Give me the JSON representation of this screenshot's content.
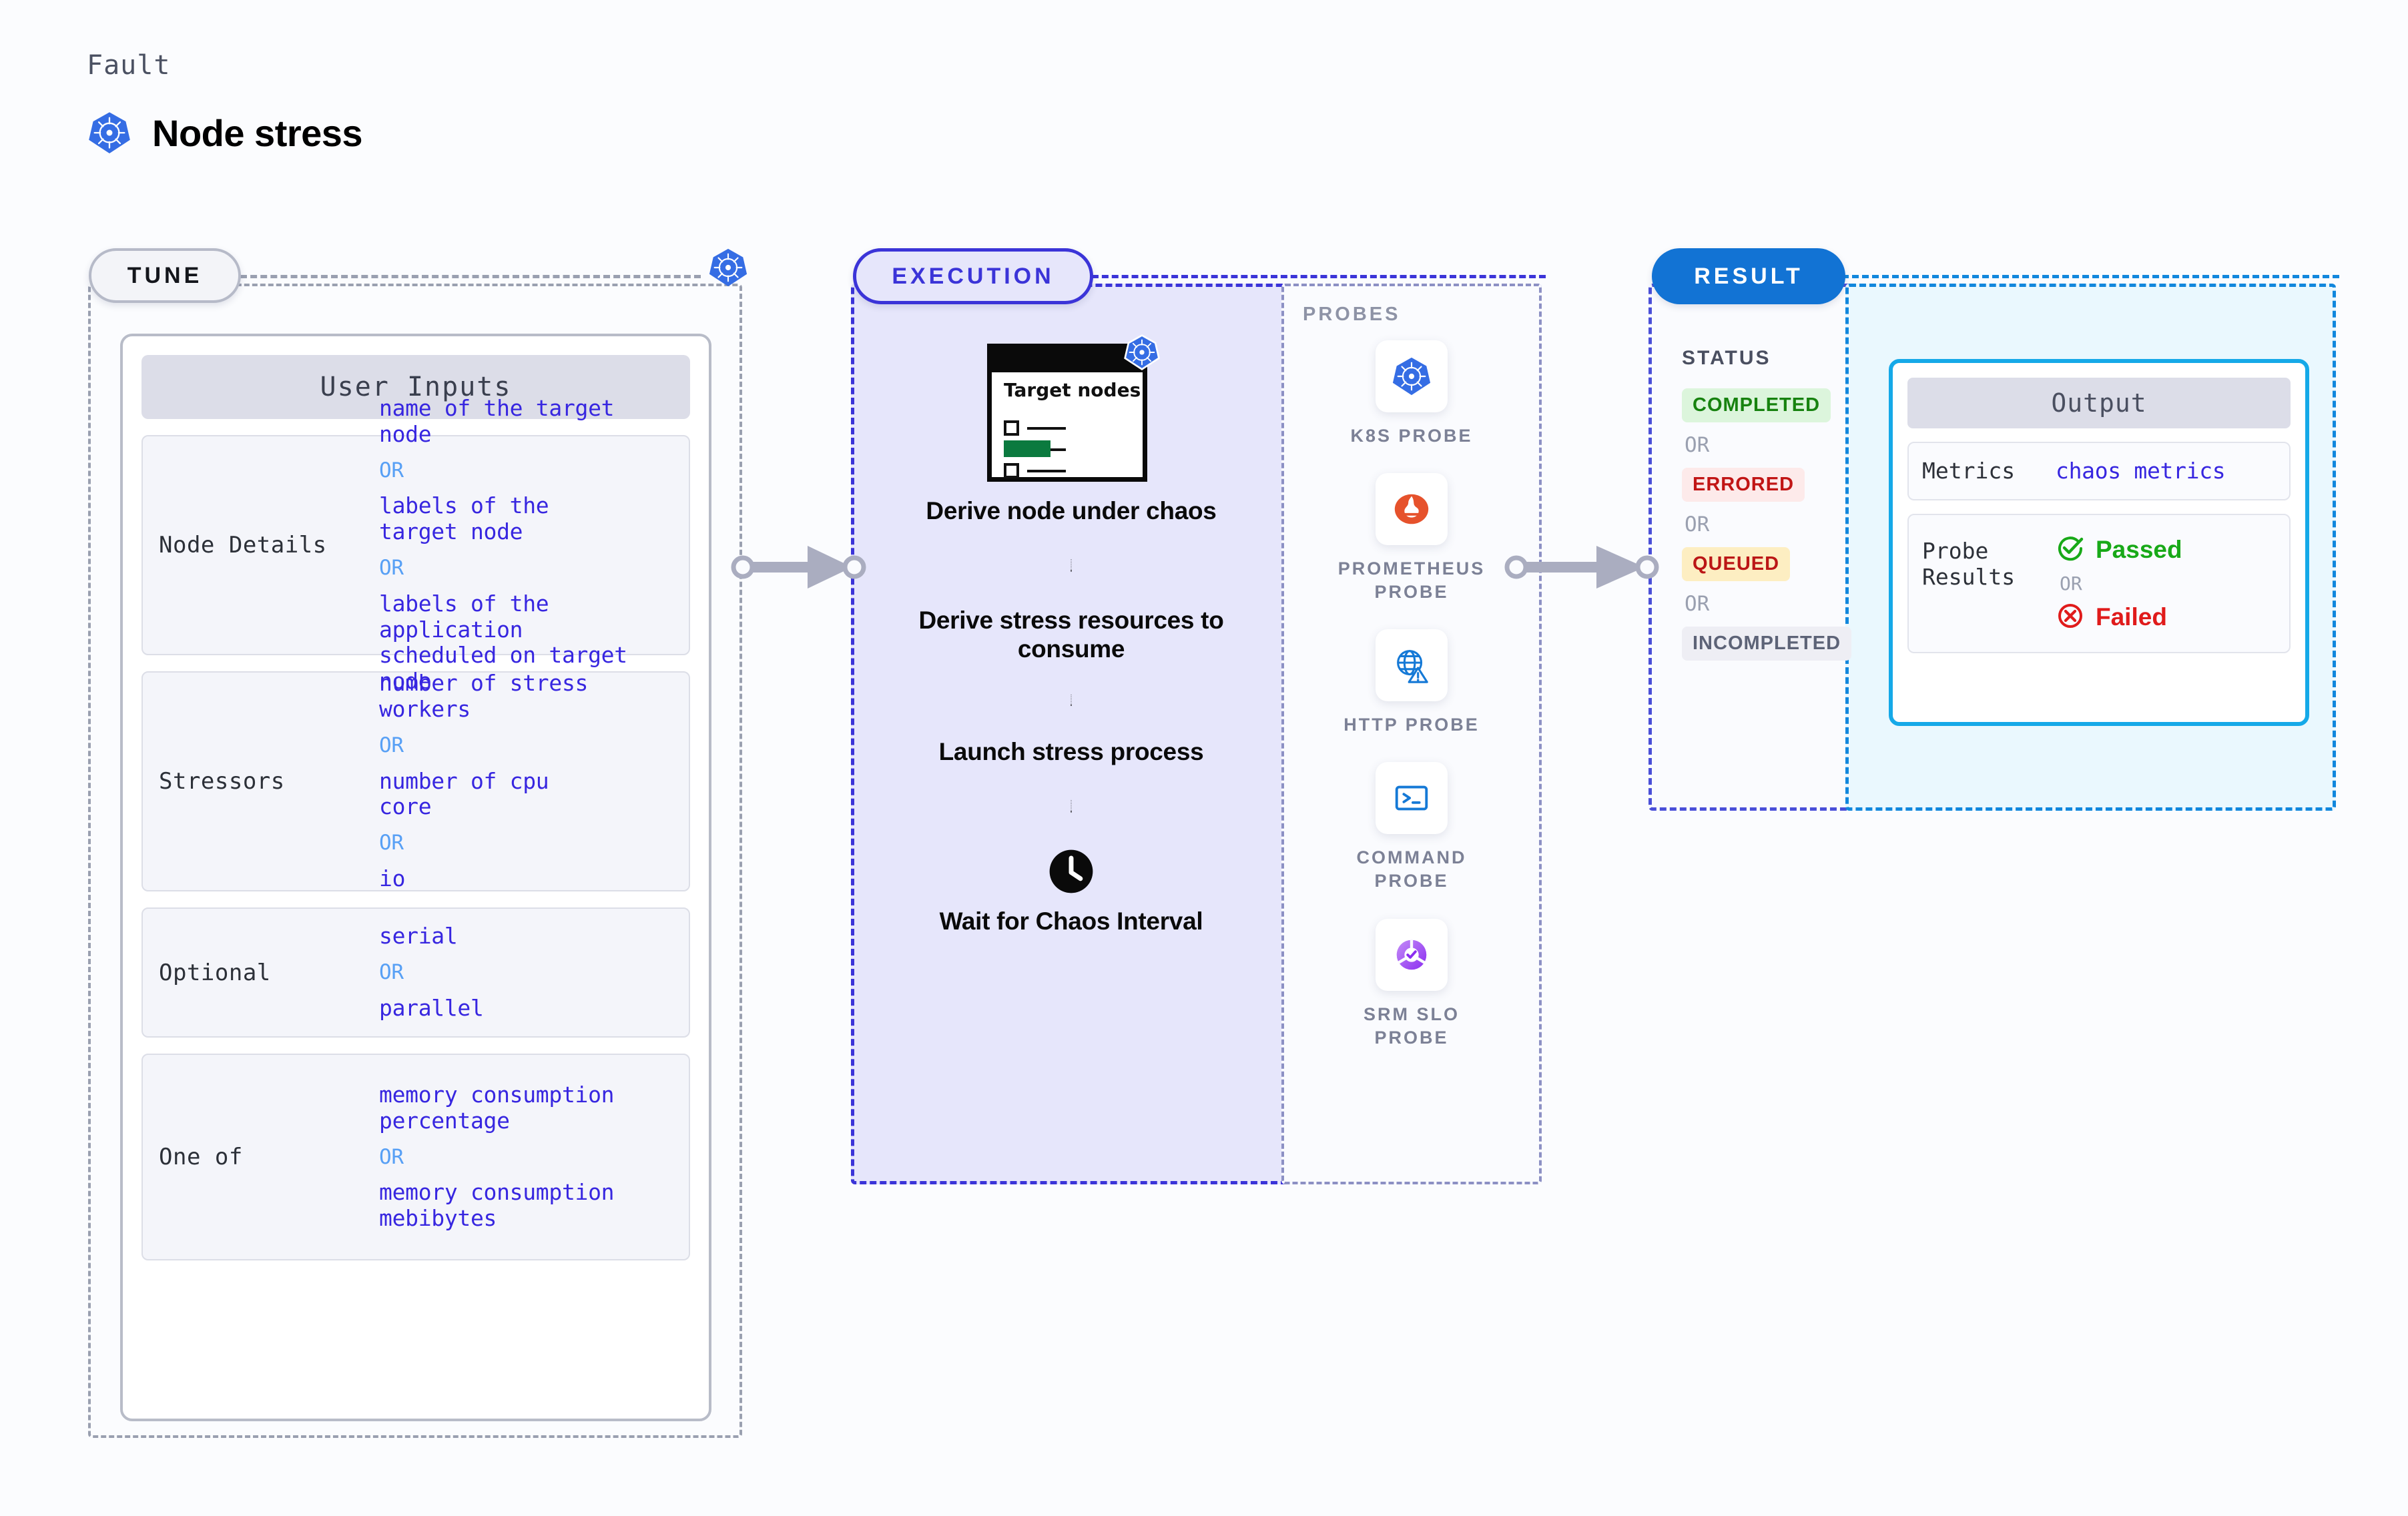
{
  "header": {
    "kicker": "Fault",
    "title": "Node stress",
    "icon": "kubernetes-icon"
  },
  "colors": {
    "accent_violet": "#3b34d8",
    "accent_blue": "#1273d4",
    "accent_cyan": "#15a9e8",
    "value_text": "#3726e0",
    "or_text": "#58a0f5",
    "frame_gray": "#9aa0b0"
  },
  "tune": {
    "badge": "TUNE",
    "icon": "kubernetes-icon",
    "card_title": "User Inputs",
    "params": [
      {
        "key": "Node Details",
        "values": [
          {
            "type": "value",
            "text": "name of the target\nnode"
          },
          {
            "type": "or",
            "text": "OR"
          },
          {
            "type": "value",
            "text": "labels of the\ntarget node"
          },
          {
            "type": "or",
            "text": "OR"
          },
          {
            "type": "value",
            "text": "labels of the application\n scheduled on target node"
          }
        ]
      },
      {
        "key": "Stressors",
        "values": [
          {
            "type": "value",
            "text": "number of stress\nworkers"
          },
          {
            "type": "or",
            "text": "OR"
          },
          {
            "type": "value",
            "text": "number of cpu\ncore"
          },
          {
            "type": "or",
            "text": "OR"
          },
          {
            "type": "value",
            "text": "io"
          }
        ]
      },
      {
        "key": "Optional",
        "values": [
          {
            "type": "value",
            "text": "serial"
          },
          {
            "type": "or",
            "text": "OR"
          },
          {
            "type": "value",
            "text": "parallel"
          }
        ]
      },
      {
        "key": "One of",
        "values": [
          {
            "type": "value",
            "text": "memory consumption\npercentage"
          },
          {
            "type": "or",
            "text": "OR"
          },
          {
            "type": "value",
            "text": "memory consumption\nmebibytes"
          }
        ]
      }
    ]
  },
  "execution": {
    "badge": "EXECUTION",
    "card": {
      "icon": "target-nodes-window-icon",
      "window_title": "Target\nnodes",
      "badge_icon": "kubernetes-icon"
    },
    "steps": [
      "Derive node under chaos",
      "Derive stress resources to consume",
      "Launch stress process",
      "Wait for Chaos Interval"
    ],
    "wait_icon": "clock-icon",
    "probes_title": "PROBES",
    "probes": [
      {
        "name": "K8S PROBE",
        "icon": "kubernetes-icon"
      },
      {
        "name": "PROMETHEUS\nPROBE",
        "icon": "prometheus-icon"
      },
      {
        "name": "HTTP PROBE",
        "icon": "globe-warning-icon"
      },
      {
        "name": "COMMAND\nPROBE",
        "icon": "terminal-icon"
      },
      {
        "name": "SRM SLO\nPROBE",
        "icon": "srm-slo-donut-icon"
      }
    ]
  },
  "result": {
    "badge": "RESULT",
    "status_title": "STATUS",
    "statuses": [
      {
        "label": "COMPLETED",
        "bg": "#dcf5dc",
        "fg": "#17820f"
      },
      {
        "label": "ERRORED",
        "bg": "#fdeaea",
        "fg": "#c11515"
      },
      {
        "label": "QUEUED",
        "bg": "#fdeec2",
        "fg": "#bb1616"
      },
      {
        "label": "INCOMPLETED",
        "bg": "#eeeef4",
        "fg": "#5d6377"
      }
    ],
    "or_label": "OR",
    "output": {
      "title": "Output",
      "metrics_key": "Metrics",
      "metrics_value": "chaos metrics",
      "probe_results_key": "Probe\nResults",
      "passed_label": "Passed",
      "passed_icon": "check-circle-icon",
      "failed_label": "Failed",
      "failed_icon": "x-circle-icon",
      "or_label": "OR"
    }
  }
}
